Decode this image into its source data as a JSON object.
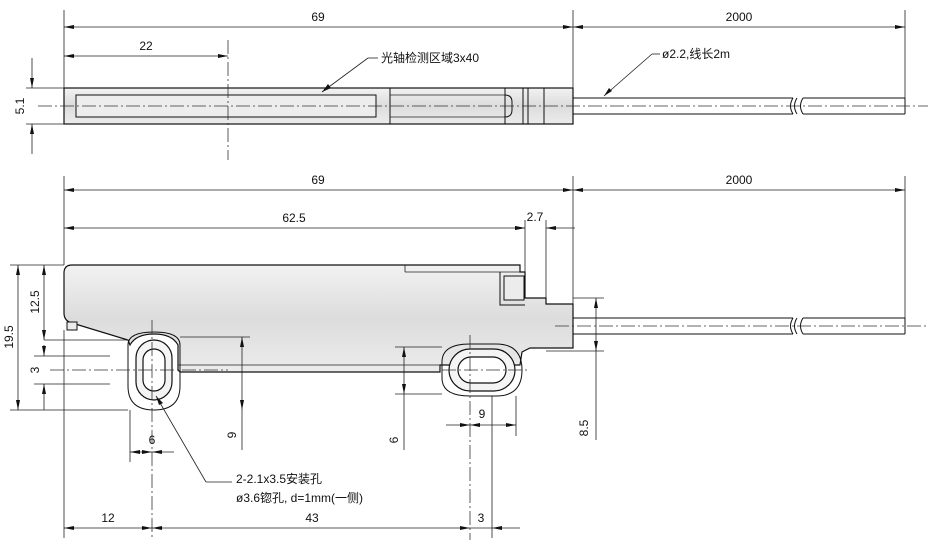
{
  "dims": {
    "top_length": "69",
    "top_cable_length": "2000",
    "top_offset": "22",
    "top_height": "5.1",
    "front_length": "69",
    "front_cable_length": "2000",
    "front_inner_length": "62.5",
    "front_step": "2.7",
    "height_total": "19.5",
    "height_upper": "12.5",
    "hole_height": "3",
    "hole_left_width": "6",
    "hole_left_offset": "9",
    "hole_right_offset": "6",
    "hole_right_width": "9",
    "cable_height": "8.5",
    "bottom_left": "12",
    "bottom_pitch": "43",
    "bottom_right": "3"
  },
  "notes": {
    "detection_area": "光轴检测区域3x40",
    "cable_spec": "ø2.2,线长2m",
    "mount_hole": "2-2.1x3.5安装孔",
    "counterbore": "ø3.6锪孔, d=1mm(一侧)"
  }
}
